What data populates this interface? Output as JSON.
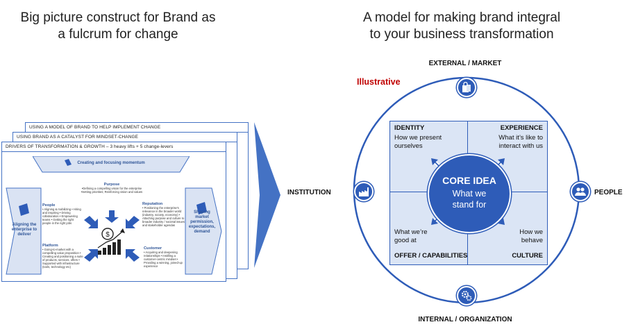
{
  "left": {
    "title_line1": "Big picture construct for Brand as",
    "title_line2": "a fulcrum for change",
    "cards": [
      {
        "header": "USING A MODEL OF BRAND TO HELP IMPLEMENT CHANGE"
      },
      {
        "header": "USING BRAND AS A CATALYST FOR MINDSET-CHANGE"
      },
      {
        "header": "DRIVERS OF TRANSFORMATION & GROWTH – 3 heavy lifts + 5 change-levers"
      }
    ],
    "banner": "Creating and  focusing momentum",
    "left_side": "Aligning the enterprise to deliver",
    "right_side": "Shaping market permission, expectations, demand",
    "levers": {
      "purpose": {
        "title": "Purpose",
        "text": "•Defining a compelling vision for the enterprise •Setting priorities; Reinforcing vision and values"
      },
      "people": {
        "title": "People",
        "text": "• Aligning & mobilizing • Hiring and inspiring • Driving collaboration • Empowering teams • Getting the right people in the right jobs"
      },
      "reputation": {
        "title": "Reputation",
        "text": "• Positioning the enterprise's relevance in the broader world (industry, society, economy) • Attaching purpose and culture to broader industry / societal issues and stakeholder agendas"
      },
      "platform": {
        "title": "Platform",
        "text": "• Going-to-market with a compelling value proposition • Creating and positioning a suite of products, services, offers • Supported with infrastructure (tools, technology etc)"
      },
      "customer": {
        "title": "Customer",
        "text": "• Acquiring and deepening relationships • Instilling a customer-centric mindset • Providing a winning, joined-up experience"
      }
    }
  },
  "right": {
    "title_line1": "A model for making brand integral",
    "title_line2": "to your business transformation",
    "illustrative": "Illustrative",
    "axis_top": "EXTERNAL / MARKET",
    "axis_bottom": "INTERNAL / ORGANIZATION",
    "axis_left": "INSTITUTION",
    "axis_right": "PEOPLE",
    "core_title": "CORE IDEA",
    "core_text": "What we stand for",
    "identity": {
      "title": "IDENTITY",
      "text": "How we present ourselves"
    },
    "experience": {
      "title": "EXPERIENCE",
      "text": "What it’s like to interact with us"
    },
    "offer": {
      "title": "OFFER / CAPABILITIES",
      "text": "What we’re good at"
    },
    "culture": {
      "title": "CULTURE",
      "text": "How we behave"
    },
    "icons": {
      "top": "shopping-bag-icon",
      "left": "factory-icon",
      "right": "people-icon",
      "bottom": "gears-icon"
    },
    "colors": {
      "accent": "#2e5cb8",
      "illustrative": "#c00000",
      "quadrant": "#dbe5f5"
    }
  }
}
